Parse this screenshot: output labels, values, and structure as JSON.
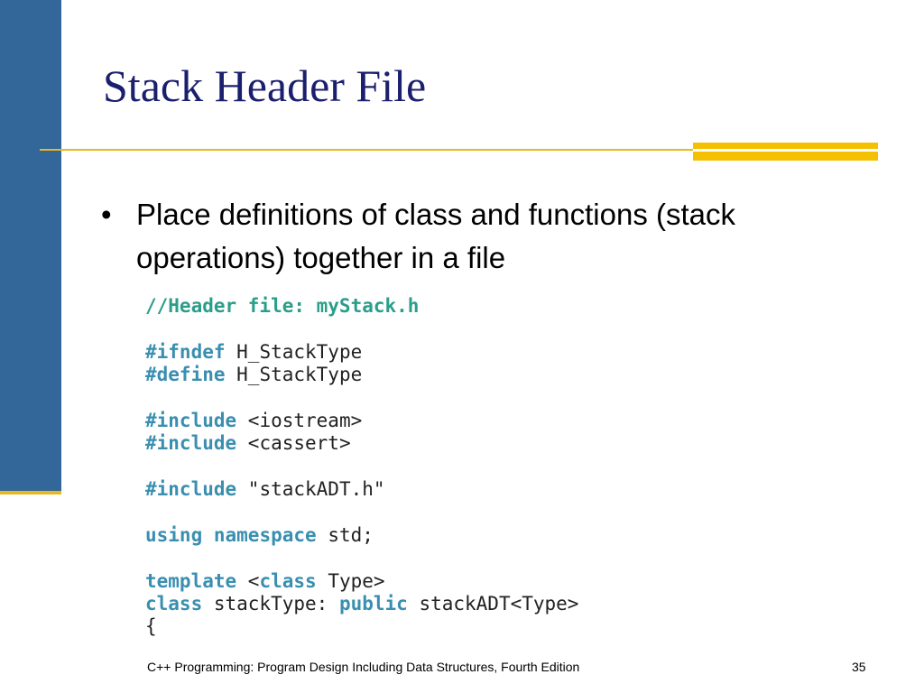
{
  "slide": {
    "title": "Stack Header File",
    "bullet_marker": "•",
    "bullet_text": "Place definitions of class and functions (stack operations) together in a file"
  },
  "code": {
    "lines": [
      [
        {
          "text": "//Header file: myStack.h",
          "type": "comment"
        }
      ],
      [],
      [
        {
          "text": "#ifndef",
          "type": "keyword"
        },
        {
          "text": " H_StackType",
          "type": "plain"
        }
      ],
      [
        {
          "text": "#define",
          "type": "keyword"
        },
        {
          "text": " H_StackType",
          "type": "plain"
        }
      ],
      [],
      [
        {
          "text": "#include",
          "type": "keyword"
        },
        {
          "text": " <iostream>",
          "type": "plain"
        }
      ],
      [
        {
          "text": "#include",
          "type": "keyword"
        },
        {
          "text": " <cassert>",
          "type": "plain"
        }
      ],
      [],
      [
        {
          "text": "#include",
          "type": "keyword"
        },
        {
          "text": " \"stackADT.h\"",
          "type": "plain"
        }
      ],
      [],
      [
        {
          "text": "using",
          "type": "keyword"
        },
        {
          "text": " ",
          "type": "plain"
        },
        {
          "text": "namespace",
          "type": "keyword"
        },
        {
          "text": " std;",
          "type": "plain"
        }
      ],
      [],
      [
        {
          "text": "template",
          "type": "keyword"
        },
        {
          "text": " <",
          "type": "plain"
        },
        {
          "text": "class",
          "type": "keyword"
        },
        {
          "text": " Type>",
          "type": "plain"
        }
      ],
      [
        {
          "text": "class",
          "type": "keyword"
        },
        {
          "text": " stackType: ",
          "type": "plain"
        },
        {
          "text": "public",
          "type": "keyword"
        },
        {
          "text": " stackADT<Type>",
          "type": "plain"
        }
      ],
      [
        {
          "text": "{",
          "type": "plain"
        }
      ]
    ]
  },
  "footer": {
    "text": "C++ Programming: Program Design Including Data Structures, Fourth Edition",
    "page_number": "35"
  },
  "colors": {
    "sidebar": "#336699",
    "accent_gold": "#f5c000",
    "title": "#1a1f6e",
    "code_keyword": "#3a8fb0",
    "code_comment": "#2a9e8a"
  }
}
